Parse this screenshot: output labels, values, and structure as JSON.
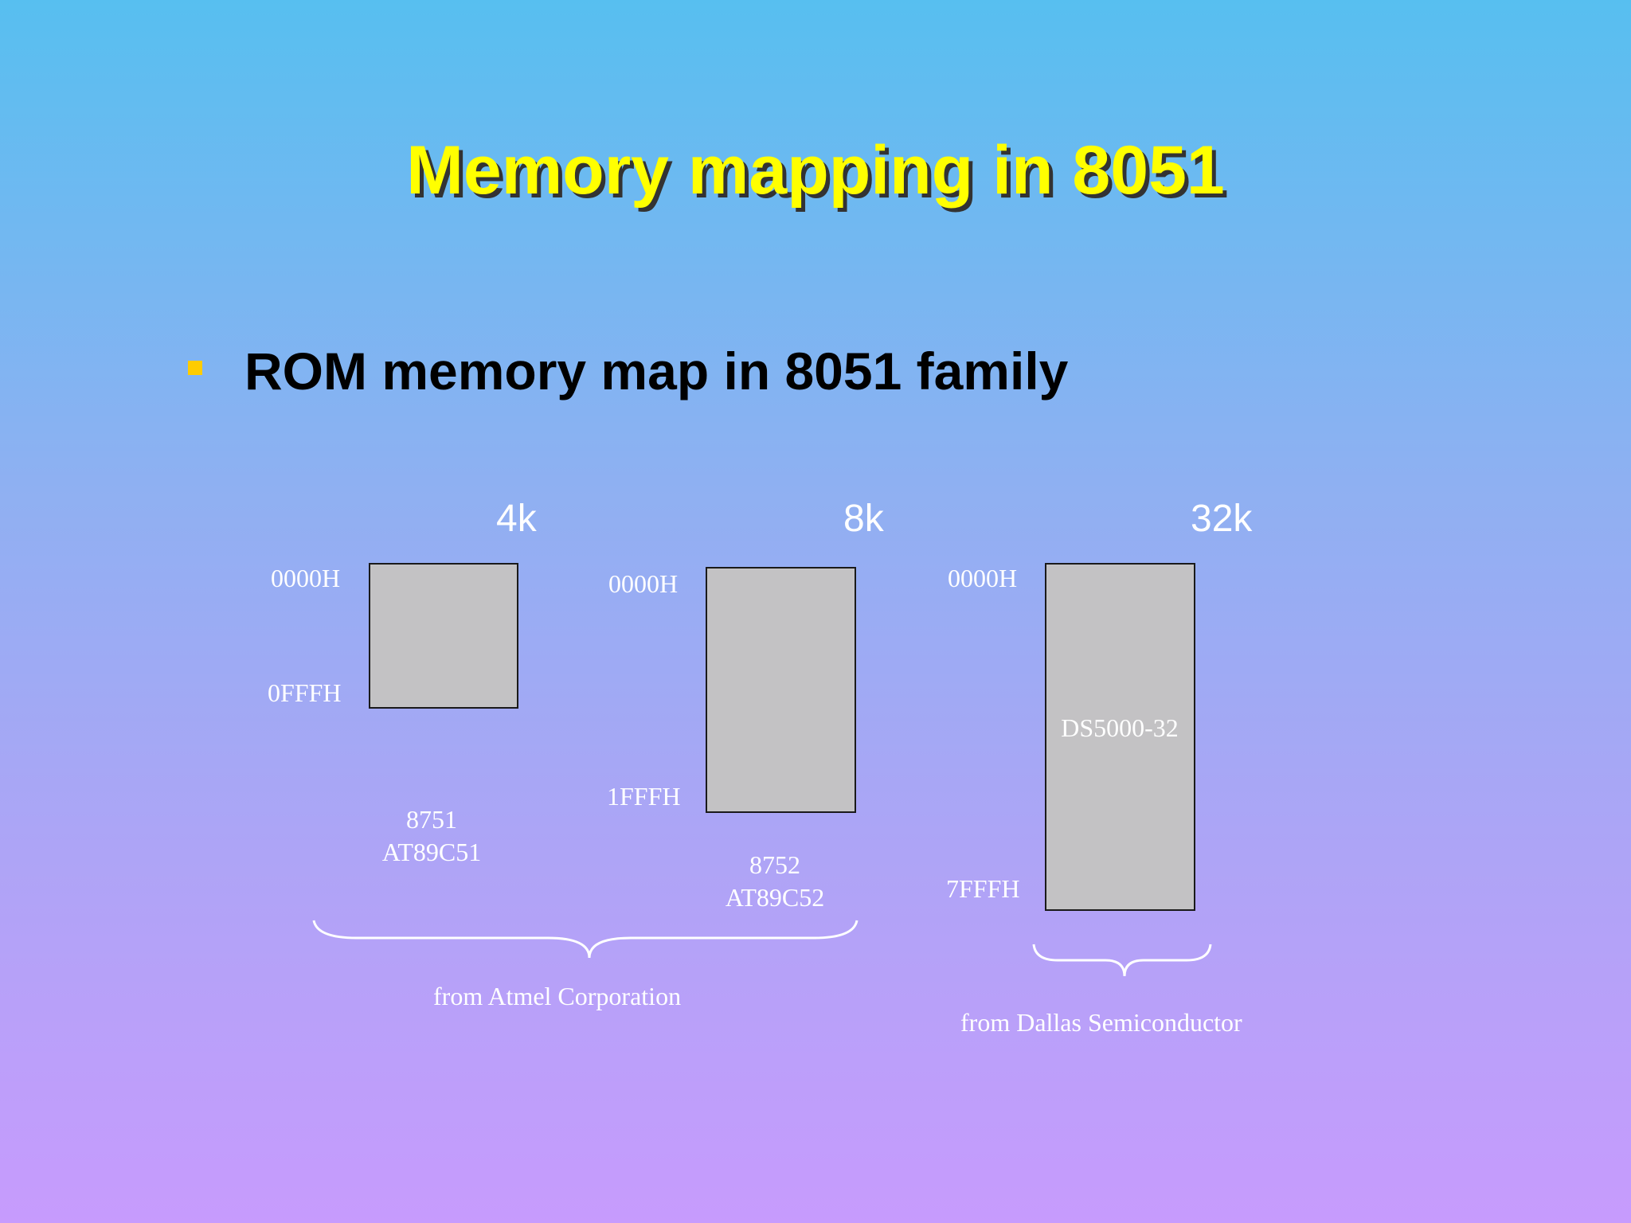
{
  "slide": {
    "title": "Memory mapping in 8051",
    "bullet": "ROM memory map in 8051 family"
  },
  "diagram": {
    "maps": [
      {
        "size": "4k",
        "start_address": "0000H",
        "end_address": "0FFFH",
        "chips": [
          "8751",
          "AT89C51"
        ]
      },
      {
        "size": "8k",
        "start_address": "0000H",
        "end_address": "1FFFH",
        "chips": [
          "8752",
          "AT89C52"
        ]
      },
      {
        "size": "32k",
        "start_address": "0000H",
        "end_address": "7FFFH",
        "chips": [
          "DS5000-32"
        ]
      }
    ],
    "vendors": [
      {
        "label": "from Atmel Corporation"
      },
      {
        "label": "from Dallas Semiconductor"
      }
    ],
    "colors": {
      "title": "#ffff00",
      "bullet": "#ffcc00",
      "box_fill": "#c3c2c4",
      "labels": "#ffffff"
    }
  }
}
